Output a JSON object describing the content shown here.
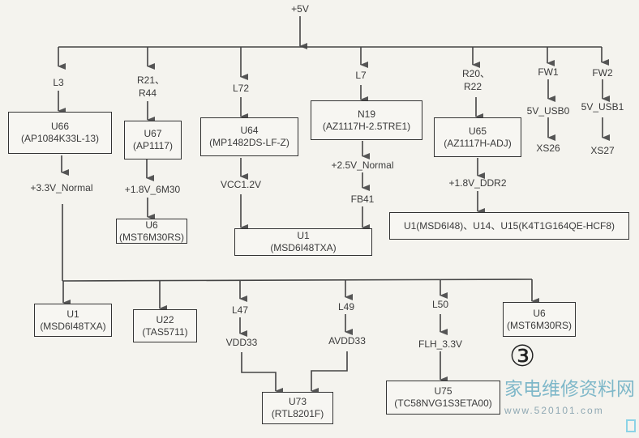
{
  "source": "+5V",
  "branches": {
    "l3": {
      "label": "L3",
      "ic": "U66",
      "part": "(AP1084K33L-13)",
      "output": "+3.3V_Normal"
    },
    "r21": {
      "label1": "R21、",
      "label2": "R44",
      "ic": "U67",
      "part": "(AP1117)",
      "output": "+1.8V_6M30",
      "load_ic": "U6",
      "load_part": "(MST6M30RS)"
    },
    "l72": {
      "label": "L72",
      "ic": "U64",
      "part": "(MP1482DS-LF-Z)",
      "output": "VCC1.2V"
    },
    "l7": {
      "label": "L7",
      "ic": "N19",
      "part": "(AZ1117H-2.5TRE1)",
      "output": "+2.5V_Normal",
      "filter": "FB41"
    },
    "shared_load": {
      "ic": "U1",
      "part": "(MSD6I48TXA)"
    },
    "r20": {
      "label1": "R20、",
      "label2": "R22",
      "ic": "U65",
      "part": "(AZ1117H-ADJ)",
      "output": "+1.8V_DDR2",
      "load": "U1(MSD6I48)、U14、U15(K4T1G164QE-HCF8)"
    },
    "fw1": {
      "label": "FW1",
      "output": "5V_USB0",
      "connector": "XS26"
    },
    "fw2": {
      "label": "FW2",
      "output": "5V_USB1",
      "connector": "XS27"
    }
  },
  "rail33_loads": {
    "u1": {
      "ic": "U1",
      "part": "(MSD6I48TXA)"
    },
    "u22": {
      "ic": "U22",
      "part": "(TAS5711)"
    },
    "l47": {
      "label": "L47",
      "output": "VDD33"
    },
    "l49": {
      "label": "L49",
      "output": "AVDD33"
    },
    "u73": {
      "ic": "U73",
      "part": "(RTL8201F)"
    },
    "l50": {
      "label": "L50",
      "output": "FLH_3.3V"
    },
    "u75": {
      "ic": "U75",
      "part": "(TC58NVG1S3ETA00)"
    },
    "u6": {
      "ic": "U6",
      "part": "(MST6M30RS)"
    }
  },
  "figure_number": "③",
  "watermark": {
    "site_cn": "家电维修资料网",
    "url": "www.520101.com"
  }
}
